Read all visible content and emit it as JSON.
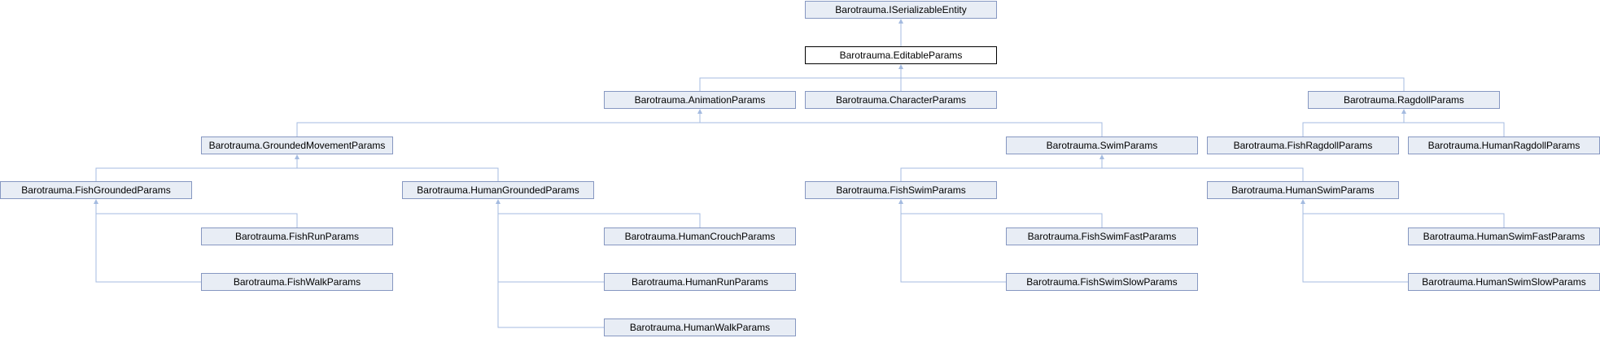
{
  "colors": {
    "node_fill": "#e8edf5",
    "node_border": "#8697c1",
    "current_node_fill": "#ffffff",
    "current_node_border": "#000000",
    "edge": "#a4bbe0"
  },
  "nodes": {
    "iserializable_entity": "Barotrauma.ISerializableEntity",
    "editable_params": "Barotrauma.EditableParams",
    "animation_params": "Barotrauma.AnimationParams",
    "character_params": "Barotrauma.CharacterParams",
    "ragdoll_params": "Barotrauma.RagdollParams",
    "grounded_movement_params": "Barotrauma.GroundedMovementParams",
    "swim_params": "Barotrauma.SwimParams",
    "fish_ragdoll_params": "Barotrauma.FishRagdollParams",
    "human_ragdoll_params": "Barotrauma.HumanRagdollParams",
    "fish_grounded_params": "Barotrauma.FishGroundedParams",
    "human_grounded_params": "Barotrauma.HumanGroundedParams",
    "fish_swim_params": "Barotrauma.FishSwimParams",
    "human_swim_params": "Barotrauma.HumanSwimParams",
    "fish_run_params": "Barotrauma.FishRunParams",
    "fish_walk_params": "Barotrauma.FishWalkParams",
    "human_crouch_params": "Barotrauma.HumanCrouchParams",
    "human_run_params": "Barotrauma.HumanRunParams",
    "human_walk_params": "Barotrauma.HumanWalkParams",
    "fish_swim_fast_params": "Barotrauma.FishSwimFastParams",
    "fish_swim_slow_params": "Barotrauma.FishSwimSlowParams",
    "human_swim_fast_params": "Barotrauma.HumanSwimFastParams",
    "human_swim_slow_params": "Barotrauma.HumanSwimSlowParams"
  },
  "edges": [
    {
      "from": "editable_params",
      "to": "iserializable_entity"
    },
    {
      "from": "animation_params",
      "to": "editable_params"
    },
    {
      "from": "character_params",
      "to": "editable_params"
    },
    {
      "from": "ragdoll_params",
      "to": "editable_params"
    },
    {
      "from": "grounded_movement_params",
      "to": "animation_params"
    },
    {
      "from": "swim_params",
      "to": "animation_params"
    },
    {
      "from": "fish_ragdoll_params",
      "to": "ragdoll_params"
    },
    {
      "from": "human_ragdoll_params",
      "to": "ragdoll_params"
    },
    {
      "from": "fish_grounded_params",
      "to": "grounded_movement_params"
    },
    {
      "from": "human_grounded_params",
      "to": "grounded_movement_params"
    },
    {
      "from": "fish_swim_params",
      "to": "swim_params"
    },
    {
      "from": "human_swim_params",
      "to": "swim_params"
    },
    {
      "from": "fish_run_params",
      "to": "fish_grounded_params"
    },
    {
      "from": "fish_walk_params",
      "to": "fish_grounded_params"
    },
    {
      "from": "human_crouch_params",
      "to": "human_grounded_params"
    },
    {
      "from": "human_run_params",
      "to": "human_grounded_params"
    },
    {
      "from": "human_walk_params",
      "to": "human_grounded_params"
    },
    {
      "from": "fish_swim_fast_params",
      "to": "fish_swim_params"
    },
    {
      "from": "fish_swim_slow_params",
      "to": "fish_swim_params"
    },
    {
      "from": "human_swim_fast_params",
      "to": "human_swim_params"
    },
    {
      "from": "human_swim_slow_params",
      "to": "human_swim_params"
    }
  ]
}
